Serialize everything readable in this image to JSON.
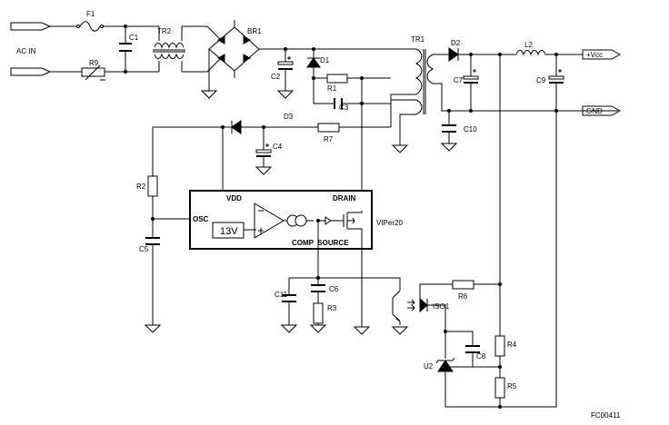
{
  "labels": {
    "ac_in": "AC IN",
    "f1": "F1",
    "r9": "R9",
    "c1": "C1",
    "tr2": "TR2",
    "br1": "BR1",
    "c2": "C2",
    "d1": "D1",
    "r1": "R1",
    "c3": "C3",
    "tr1": "TR1",
    "d2": "D2",
    "l2": "L2",
    "vcc": "+Vcc",
    "c7": "C7",
    "c9": "C9",
    "gnd": "GND",
    "c10": "C10",
    "d3": "D3",
    "r7": "R7",
    "c4": "C4",
    "r2": "R2",
    "c5": "C5",
    "osc": "OSC",
    "vdd": "VDD",
    "drain": "DRAIN",
    "ref_13v": "13V",
    "comp_source": "COMP  SOURCE",
    "viper": "VIPer20",
    "c11": "C11",
    "c6": "C6",
    "r3": "R3",
    "r6": "R6",
    "iso1": "ISO1",
    "r4": "R4",
    "c8": "C8",
    "u2": "U2",
    "r5": "R5",
    "figure_code": "FC00411"
  }
}
